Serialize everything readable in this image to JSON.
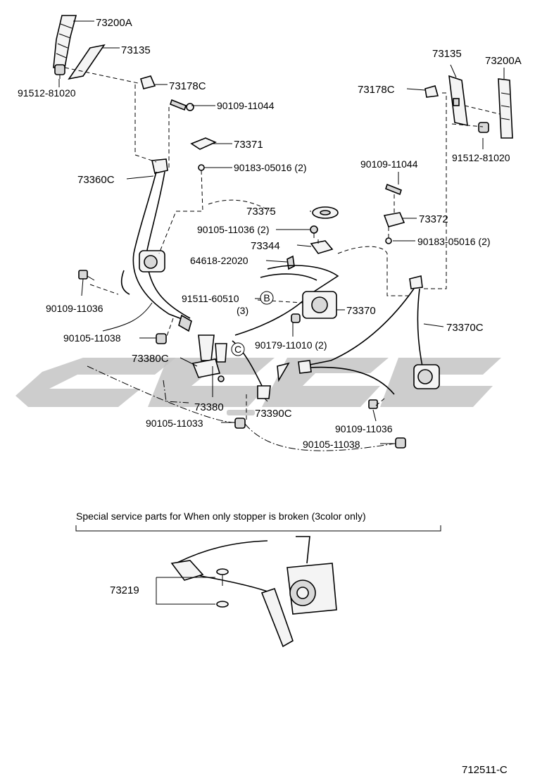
{
  "diagram_id": "712511-C",
  "section_caption": "Special service parts for When only stopper is broken (3color only)",
  "labels": {
    "p73200A_left": "73200A",
    "p73135_left": "73135",
    "p91512_left": "91512-81020",
    "p73178C_left": "73178C",
    "p90109_11044_left": "90109-11044",
    "p73371": "73371",
    "p90183_left": "90183-05016 (2)",
    "p73360C": "73360C",
    "p73375": "73375",
    "p90105_11036": "90105-11036 (2)",
    "p73344": "73344",
    "p64618": "64618-22020",
    "p90109_11036_left": "90109-11036",
    "p91511": "91511-60510",
    "p91511_qty": "(3)",
    "marker_b": "B",
    "marker_c": "C",
    "p73370": "73370",
    "p90105_11038_left": "90105-11038",
    "p90179": "90179-11010 (2)",
    "p73380C": "73380C",
    "p73380": "73380",
    "p73390C": "73390C",
    "p90105_11033": "90105-11033",
    "p73135_right": "73135",
    "p73200A_right": "73200A",
    "p73178C_right": "73178C",
    "p91512_right": "91512-81020",
    "p90109_11044_right": "90109-11044",
    "p73372": "73372",
    "p90183_right": "90183-05016 (2)",
    "p73370C": "73370C",
    "p90109_11036_right": "90109-11036",
    "p90105_11038_right": "90105-11038",
    "p73219": "73219"
  }
}
